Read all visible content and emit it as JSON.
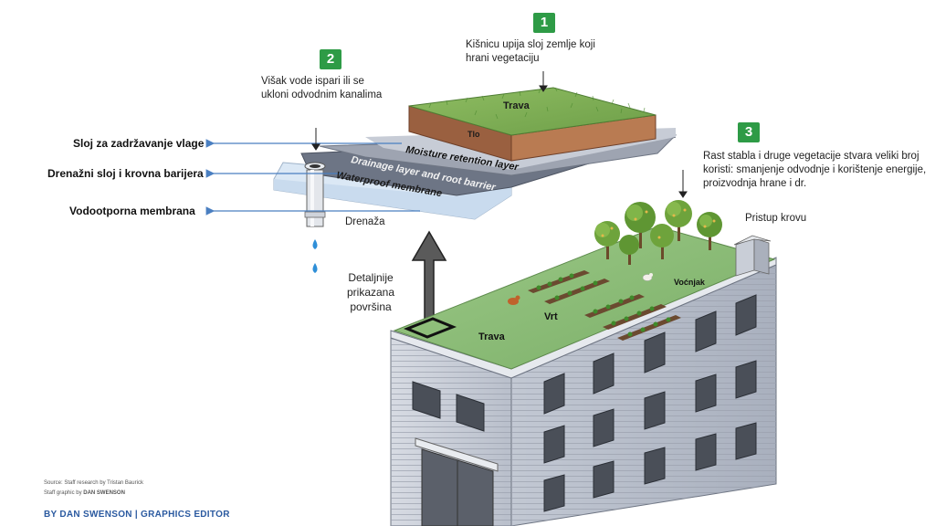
{
  "steps": [
    {
      "number": "1",
      "text": "Kišnicu upija sloj zemlje koji hrani vegetaciju"
    },
    {
      "number": "2",
      "text": "Višak vode ispari ili se ukloni odvodnim kanalima"
    },
    {
      "number": "3",
      "text": "Rast stabla i druge vegetacije stvara veliki broj koristi: smanjenje odvodnje i korištenje energije, proizvodnja hrane i dr."
    }
  ],
  "layers": {
    "grass": "Trava",
    "soil": "Tlo",
    "moisture": "Moisture retention layer",
    "drainage": "Drainage layer and root barrier",
    "waterproof": "Waterproof membrane"
  },
  "side_labels": {
    "moisture": "Sloj za zadržavanje vlage",
    "drainage": "Drenažni sloj i krovna barijera",
    "waterproof": "Vodootporna membrana"
  },
  "drain_label": "Drenaža",
  "detail_label": "Detaljnije prikazana površina",
  "roof_labels": {
    "grass": "Trava",
    "garden": "Vrt",
    "orchard": "Voćnjak",
    "access": "Pristup krovu"
  },
  "credits": {
    "source": "Source: Staff research by Tristan Baurick",
    "graphic_prefix": "Staff graphic by",
    "graphic_name": "DAN SWENSON",
    "byline": "BY DAN SWENSON | GRAPHICS EDITOR"
  },
  "colors": {
    "badge": "#2e9b46",
    "arrow": "#4a7fc1",
    "grass": "#7fae55",
    "soil": "#a86b45"
  }
}
